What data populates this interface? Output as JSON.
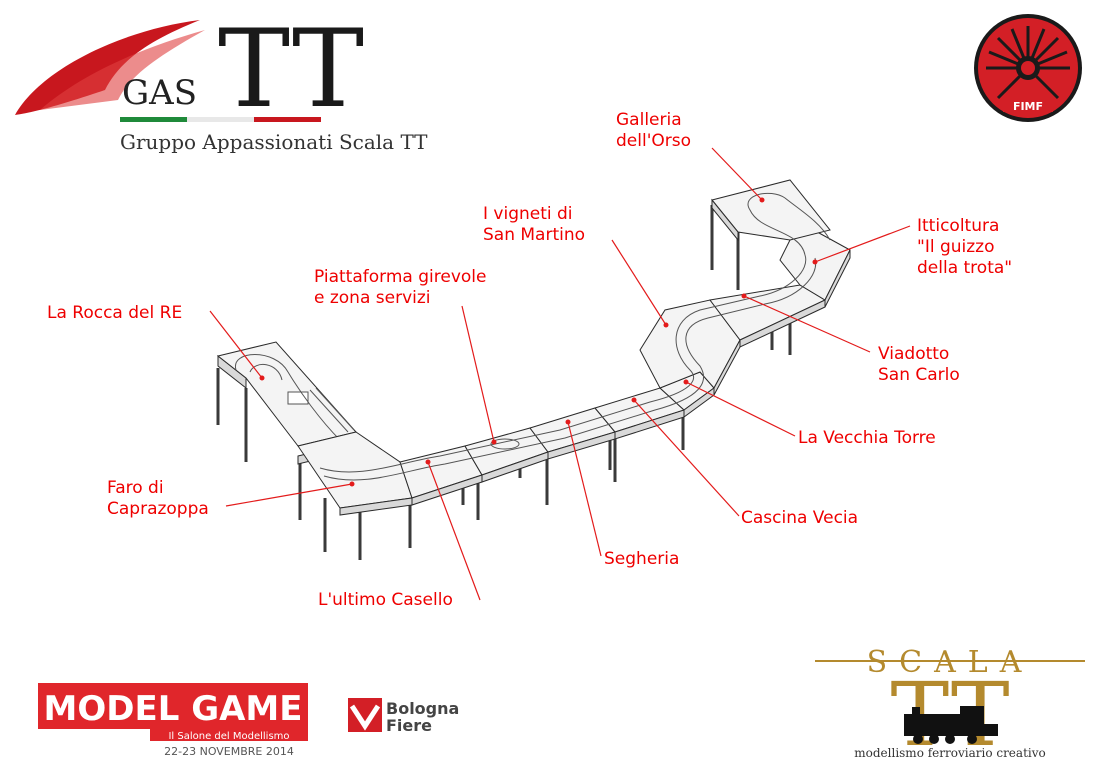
{
  "header": {
    "gas_logo": {
      "small": "GAS",
      "big": "TT",
      "subtitle": "Gruppo Appassionati Scala TT"
    },
    "fimf_logo": {
      "text": "FIMF",
      "icon": "wheel-icon"
    }
  },
  "labels": [
    {
      "id": "galleria",
      "lines": [
        "Galleria",
        "dell'Orso"
      ]
    },
    {
      "id": "vigneti",
      "lines": [
        "I vigneti di",
        "San Martino"
      ]
    },
    {
      "id": "itticoltura",
      "lines": [
        "Itticoltura",
        "\"Il guizzo",
        "della trota\""
      ]
    },
    {
      "id": "piattaforma",
      "lines": [
        "Piattaforma girevole",
        "e zona servizi"
      ]
    },
    {
      "id": "rocca",
      "lines": [
        "La Rocca del RE"
      ]
    },
    {
      "id": "viadotto",
      "lines": [
        "Viadotto",
        "San Carlo"
      ]
    },
    {
      "id": "torre",
      "lines": [
        "La Vecchia Torre"
      ]
    },
    {
      "id": "faro",
      "lines": [
        "Faro di",
        "Caprazoppa"
      ]
    },
    {
      "id": "cascina",
      "lines": [
        "Cascina Vecia"
      ]
    },
    {
      "id": "segheria",
      "lines": [
        "Segheria"
      ]
    },
    {
      "id": "casello",
      "lines": [
        "L'ultimo Casello"
      ]
    }
  ],
  "footer": {
    "model_game": {
      "title": "MODEL GAME",
      "subtitle": "Il Salone del Modellismo",
      "dates": "22-23 NOVEMBRE 2014"
    },
    "bologna_fiere": {
      "line1": "Bologna",
      "line2": "Fiere"
    },
    "scala_tt": {
      "word": "SCALA",
      "big": "TT",
      "tagline": "modellismo ferroviario creativo",
      "icon": "locomotive-icon"
    }
  },
  "colors": {
    "label": "#ee0000",
    "gas_red": "#c8171e",
    "gold": "#b48a2e",
    "fimf_red": "#d31f26",
    "model_game_red": "#e0262b"
  }
}
